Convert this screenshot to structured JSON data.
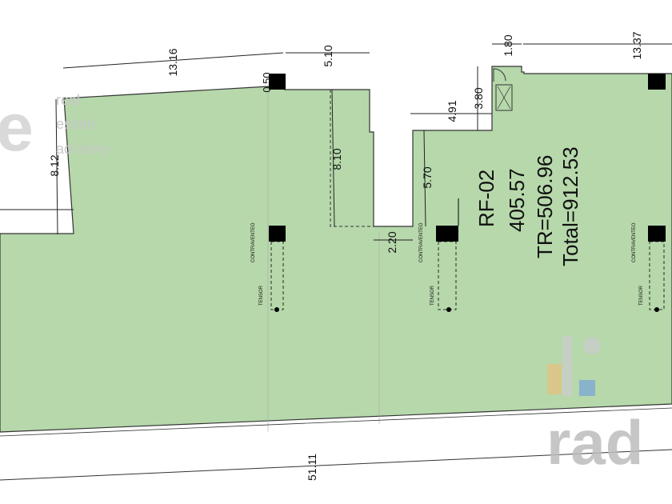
{
  "unit": {
    "name": "RF-02",
    "area": "405.57",
    "terrace": "TR=506.96",
    "total": "Total=912.53"
  },
  "dimensions": {
    "top_left_length": "13.16",
    "left_height": "8.12",
    "column_offset": "0.50",
    "notch_top": "5.10",
    "notch_depth": "8.10",
    "notch_width": "2.20",
    "right_step_height": "5.70",
    "right_step_width": "4.91",
    "stair_height": "3.80",
    "stair_width": "1.80",
    "top_right_length": "13.37",
    "bottom_length": "51.11"
  },
  "labels": {
    "bracing": "CONTRAVENTEO",
    "tensor": "TENSOR"
  },
  "watermarks": {
    "top_left_letter": "e",
    "top_left_lines": [
      "real",
      "estate",
      "advisory"
    ],
    "bottom_right": "rad"
  },
  "colors": {
    "floor_fill": "#b6d8ab",
    "line": "#222222",
    "watermark": "#c8c8c8"
  }
}
